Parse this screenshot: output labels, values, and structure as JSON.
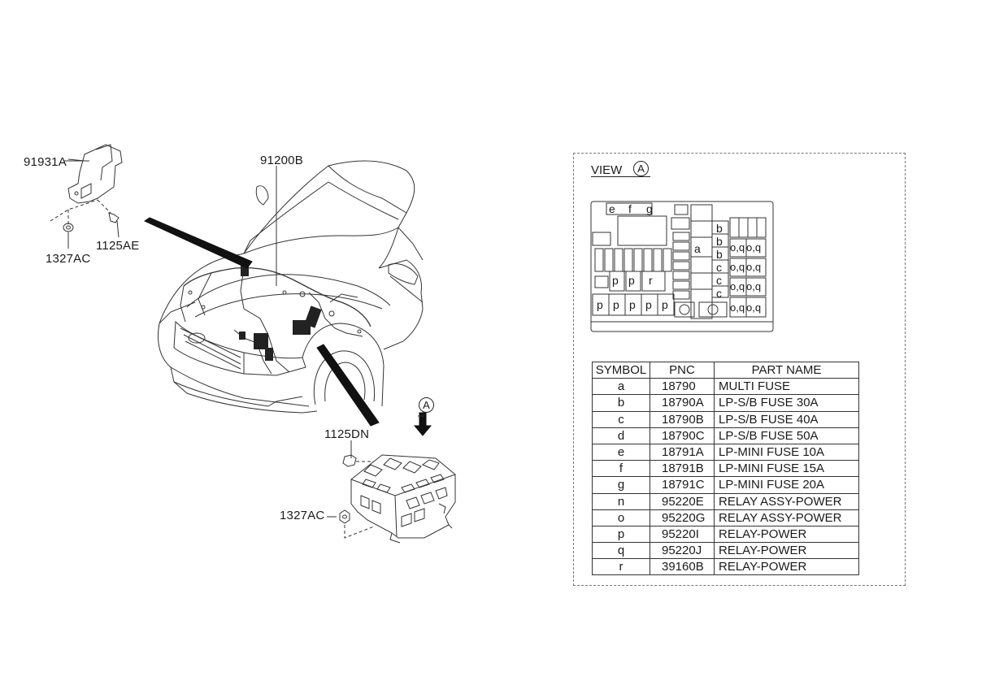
{
  "callouts": {
    "bracket": "91931A",
    "bolt_upper": "1125AE",
    "nut_upper": "1327AC",
    "wiring_harness": "91200B",
    "bolt_lower": "1125DN",
    "nut_lower": "1327AC",
    "view_marker": "A"
  },
  "view": {
    "title": "VIEW",
    "marker": "A"
  },
  "fuse_box_labels": {
    "e": "e",
    "f": "f",
    "g": "g",
    "a": "a",
    "b1": "b",
    "b2": "b",
    "b3": "b",
    "c1": "c",
    "c2": "c",
    "c3": "c",
    "p_small_1": "p",
    "p_small_2": "p",
    "r": "r",
    "p1": "p",
    "p2": "p",
    "p3": "p",
    "p4": "p",
    "p5": "p",
    "oq1": "o,q",
    "oq2": "o,q",
    "oq3": "o,q",
    "oq4": "o,q",
    "oq5": "o,q",
    "oq6": "o,q",
    "oq7": "o,q",
    "oq8": "o,q"
  },
  "table": {
    "headers": {
      "symbol": "SYMBOL",
      "pnc": "PNC",
      "part_name": "PART NAME"
    },
    "rows": [
      {
        "symbol": "a",
        "pnc": "18790",
        "name": "MULTI FUSE"
      },
      {
        "symbol": "b",
        "pnc": "18790A",
        "name": "LP-S/B FUSE 30A"
      },
      {
        "symbol": "c",
        "pnc": "18790B",
        "name": "LP-S/B FUSE 40A"
      },
      {
        "symbol": "d",
        "pnc": "18790C",
        "name": "LP-S/B FUSE 50A"
      },
      {
        "symbol": "e",
        "pnc": "18791A",
        "name": "LP-MINI FUSE 10A"
      },
      {
        "symbol": "f",
        "pnc": "18791B",
        "name": "LP-MINI FUSE 15A"
      },
      {
        "symbol": "g",
        "pnc": "18791C",
        "name": "LP-MINI FUSE 20A"
      },
      {
        "symbol": "n",
        "pnc": "95220E",
        "name": "RELAY ASSY-POWER"
      },
      {
        "symbol": "o",
        "pnc": "95220G",
        "name": "RELAY ASSY-POWER"
      },
      {
        "symbol": "p",
        "pnc": "95220I",
        "name": "RELAY-POWER"
      },
      {
        "symbol": "q",
        "pnc": "95220J",
        "name": "RELAY-POWER"
      },
      {
        "symbol": "r",
        "pnc": "39160B",
        "name": "RELAY-POWER"
      }
    ]
  }
}
